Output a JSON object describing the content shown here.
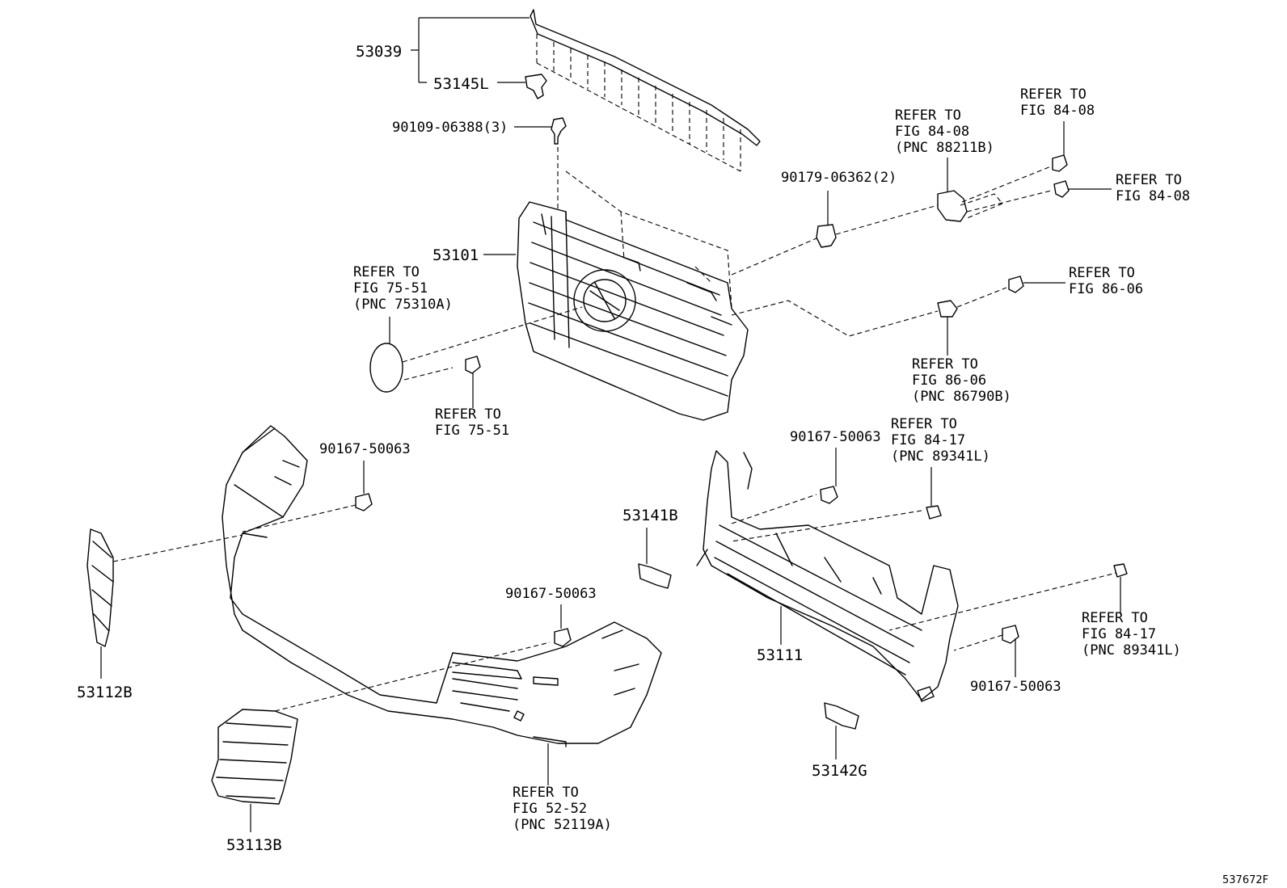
{
  "callouts": {
    "c53039": "53039",
    "c53145L": "53145L",
    "c90109": "90109-06388(3)",
    "c53101": "53101",
    "c90179": "90179-06362(2)",
    "c53112B": "53112B",
    "c53113B": "53113B",
    "c53141B": "53141B",
    "c53111": "53111",
    "c53142G": "53142G",
    "c90167_a": "90167-50063",
    "c90167_b": "90167-50063",
    "c90167_c": "90167-50063",
    "c90167_d": "90167-50063"
  },
  "refs": {
    "r75310A": [
      "REFER TO",
      "FIG 75-51",
      "(PNC 75310A)"
    ],
    "r7551": [
      "REFER TO",
      "FIG 75-51"
    ],
    "r88211B": [
      "REFER TO",
      "FIG 84-08",
      "(PNC 88211B)"
    ],
    "r8408_top": [
      "REFER TO",
      "FIG 84-08"
    ],
    "r8408_side": [
      "REFER TO",
      "FIG 84-08"
    ],
    "r8606_top": [
      "REFER TO",
      "FIG 86-06"
    ],
    "r86790B": [
      "REFER TO",
      "FIG 86-06",
      "(PNC 86790B)"
    ],
    "r89341L_top": [
      "REFER TO",
      "FIG 84-17",
      "(PNC 89341L)"
    ],
    "r89341L_right": [
      "REFER TO",
      "FIG 84-17",
      "(PNC 89341L)"
    ],
    "r52119A": [
      "REFER TO",
      "FIG 52-52",
      "(PNC 52119A)"
    ]
  },
  "illustration_id": "537672F"
}
